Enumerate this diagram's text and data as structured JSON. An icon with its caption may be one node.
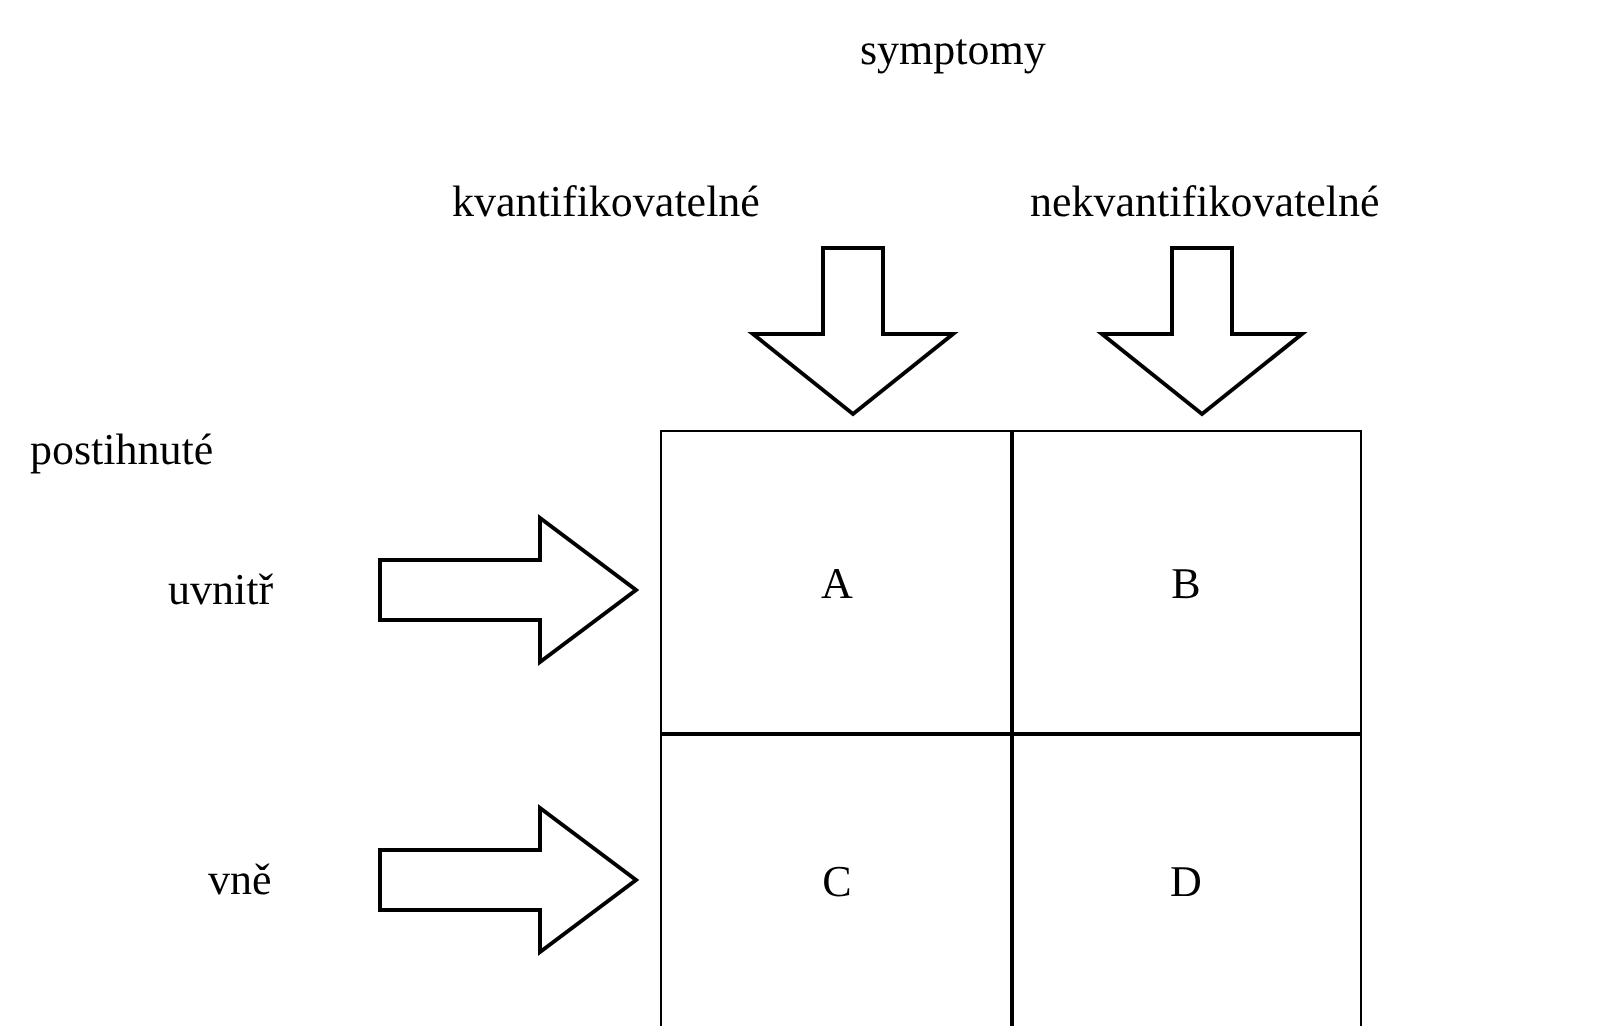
{
  "diagram": {
    "nodes": [
      {
        "text": [
          "kvantifikovatelné"
        ]
      },
      {
        "text": [
          "nekvantifikovatelné"
        ]
      },
      {
        "text": [
          "uvnitř"
        ]
      },
      {
        "text": [
          "vně"
        ]
      },
      {
        "text": [
          "A"
        ]
      },
      {
        "text": [
          "B"
        ]
      },
      {
        "text": [
          "C"
        ]
      },
      {
        "text": [
          "D"
        ]
      }
    ],
    "edges": [
      {
        "from": 0,
        "to": 4,
        "arrow": "to"
      },
      {
        "from": 1,
        "to": 5,
        "arrow": "to"
      },
      {
        "from": 2,
        "to": 4,
        "arrow": "to"
      },
      {
        "from": 3,
        "to": 6,
        "arrow": "to"
      }
    ],
    "labels": [
      "symptomy",
      "postihnuté"
    ]
  }
}
